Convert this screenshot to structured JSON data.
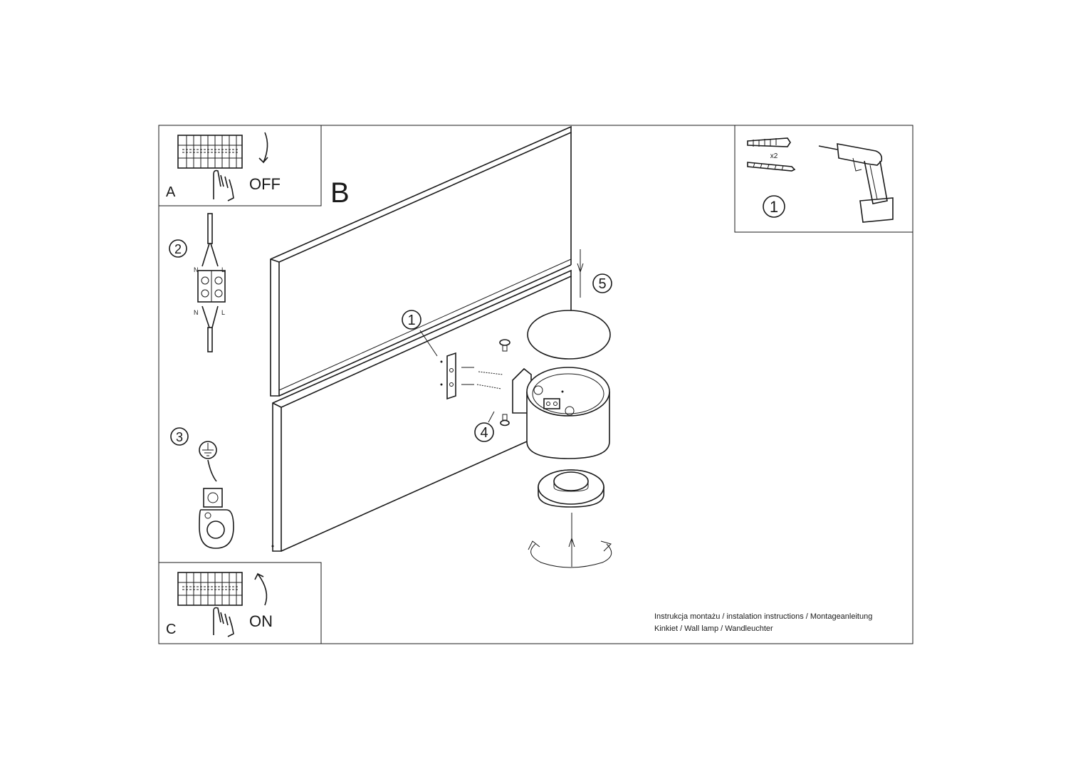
{
  "panels": {
    "a": {
      "letter": "A",
      "switch_label": "OFF"
    },
    "b": {
      "letter": "B"
    },
    "c": {
      "letter": "C",
      "switch_label": "ON"
    }
  },
  "steps": {
    "tools_step": "1",
    "wiring_step": "2",
    "ground_step": "3",
    "bracket_step": "1",
    "screw_step": "4",
    "cover_step": "5"
  },
  "wiring": {
    "n_top": "N",
    "l_top": "L",
    "n_bottom": "N",
    "l_bottom": "L"
  },
  "tools": {
    "quantity": "x2"
  },
  "footer": {
    "line1": "Instrukcja montażu / instalation instructions / Montageanleitung",
    "line2": "Kinkiet / Wall lamp / Wandleuchter"
  }
}
